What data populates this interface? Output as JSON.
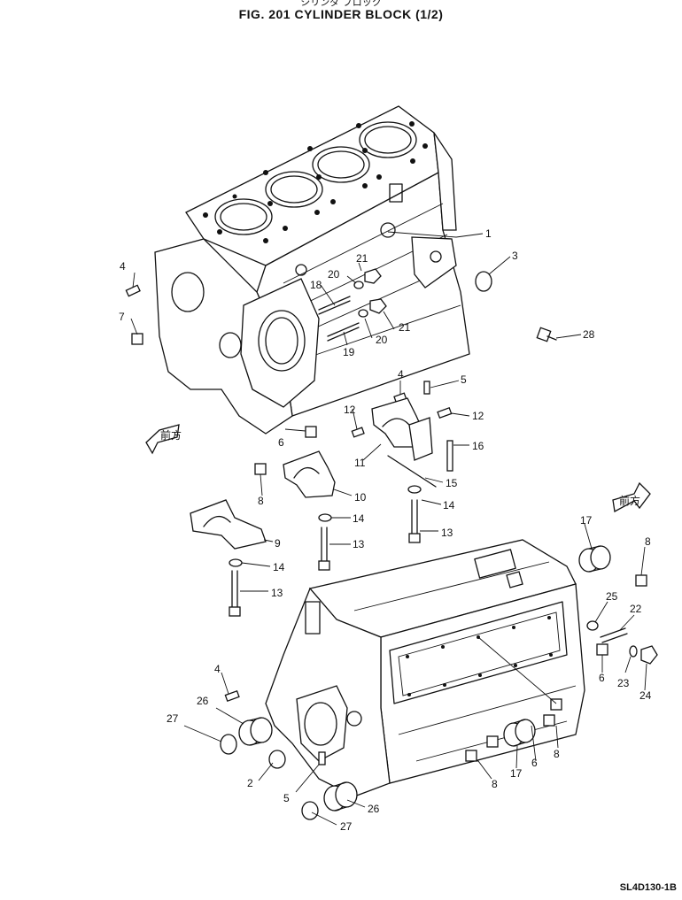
{
  "header": {
    "jp_subtitle": "シリンダ ブロック",
    "title": "FIG. 201  CYLINDER  BLOCK  (1/2)"
  },
  "footer": {
    "code": "SL4D130-1B"
  },
  "arrow_tags": [
    "前方",
    "前方"
  ],
  "callouts": [
    {
      "id": "c1",
      "text": "1"
    },
    {
      "id": "c2",
      "text": "2"
    },
    {
      "id": "c3",
      "text": "3"
    },
    {
      "id": "c4a",
      "text": "4"
    },
    {
      "id": "c4b",
      "text": "4"
    },
    {
      "id": "c4c",
      "text": "4"
    },
    {
      "id": "c5a",
      "text": "5"
    },
    {
      "id": "c5b",
      "text": "5"
    },
    {
      "id": "c6a",
      "text": "6"
    },
    {
      "id": "c6b",
      "text": "6"
    },
    {
      "id": "c6c",
      "text": "6"
    },
    {
      "id": "c7",
      "text": "7"
    },
    {
      "id": "c8a",
      "text": "8"
    },
    {
      "id": "c8b",
      "text": "8"
    },
    {
      "id": "c8c",
      "text": "8"
    },
    {
      "id": "c8d",
      "text": "8"
    },
    {
      "id": "c9",
      "text": "9"
    },
    {
      "id": "c10",
      "text": "10"
    },
    {
      "id": "c11",
      "text": "11"
    },
    {
      "id": "c12a",
      "text": "12"
    },
    {
      "id": "c12b",
      "text": "12"
    },
    {
      "id": "c13a",
      "text": "13"
    },
    {
      "id": "c13b",
      "text": "13"
    },
    {
      "id": "c13c",
      "text": "13"
    },
    {
      "id": "c14a",
      "text": "14"
    },
    {
      "id": "c14b",
      "text": "14"
    },
    {
      "id": "c14c",
      "text": "14"
    },
    {
      "id": "c15",
      "text": "15"
    },
    {
      "id": "c16",
      "text": "16"
    },
    {
      "id": "c17a",
      "text": "17"
    },
    {
      "id": "c17b",
      "text": "17"
    },
    {
      "id": "c18",
      "text": "18"
    },
    {
      "id": "c19",
      "text": "19"
    },
    {
      "id": "c20a",
      "text": "20"
    },
    {
      "id": "c20b",
      "text": "20"
    },
    {
      "id": "c21a",
      "text": "21"
    },
    {
      "id": "c21b",
      "text": "21"
    },
    {
      "id": "c22",
      "text": "22"
    },
    {
      "id": "c23",
      "text": "23"
    },
    {
      "id": "c24",
      "text": "24"
    },
    {
      "id": "c25",
      "text": "25"
    },
    {
      "id": "c26a",
      "text": "26"
    },
    {
      "id": "c26b",
      "text": "26"
    },
    {
      "id": "c27a",
      "text": "27"
    },
    {
      "id": "c27b",
      "text": "27"
    },
    {
      "id": "c28",
      "text": "28"
    }
  ]
}
